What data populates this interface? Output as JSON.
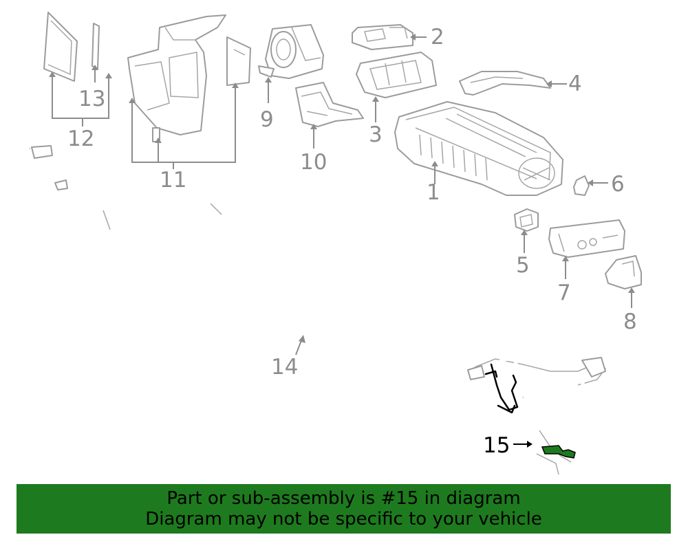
{
  "callouts": [
    {
      "id": "label-1",
      "text": "1"
    },
    {
      "id": "label-2",
      "text": "2"
    },
    {
      "id": "label-3",
      "text": "3"
    },
    {
      "id": "label-4",
      "text": "4"
    },
    {
      "id": "label-5",
      "text": "5"
    },
    {
      "id": "label-6",
      "text": "6"
    },
    {
      "id": "label-7",
      "text": "7"
    },
    {
      "id": "label-8",
      "text": "8"
    },
    {
      "id": "label-9",
      "text": "9"
    },
    {
      "id": "label-10",
      "text": "10"
    },
    {
      "id": "label-11",
      "text": "11"
    },
    {
      "id": "label-12",
      "text": "12"
    },
    {
      "id": "label-13",
      "text": "13"
    },
    {
      "id": "label-14",
      "text": "14"
    },
    {
      "id": "label-15",
      "text": "15"
    }
  ],
  "highlighted_part": "15",
  "banner": {
    "line1": "Part or sub-assembly is #15 in diagram",
    "line2": "Diagram may not be specific to your vehicle"
  },
  "colors": {
    "banner_bg": "#1e7a1e",
    "highlight_connector": "#1e7a1e",
    "part_outline": "#9b9b9b",
    "highlight_outline": "#000000"
  }
}
